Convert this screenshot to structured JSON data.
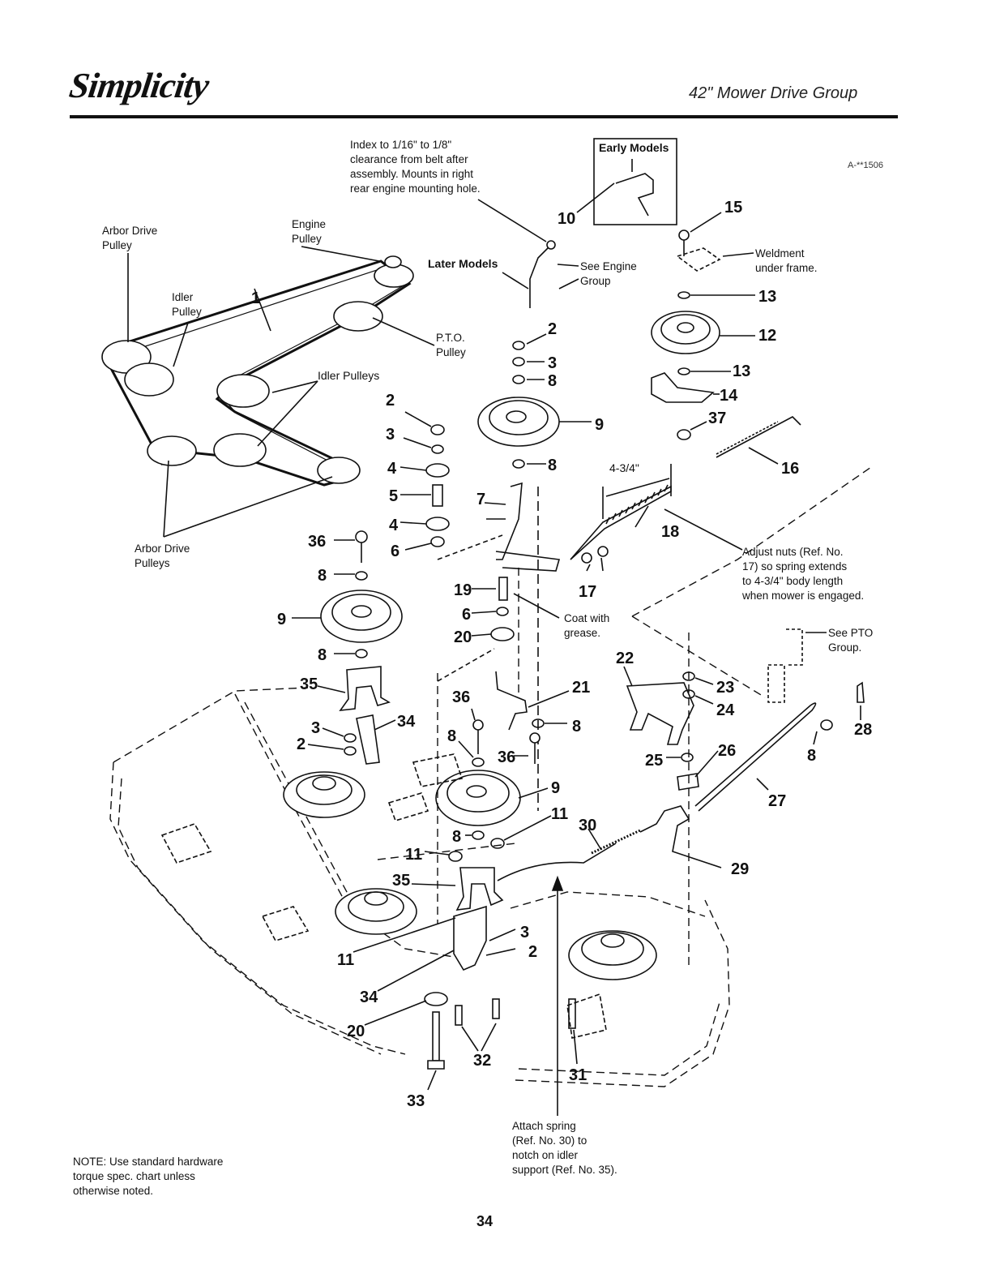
{
  "header": {
    "brand": "Simplicity",
    "title": "42\" Mower Drive Group",
    "doc_id": "A-**1506"
  },
  "notes": {
    "index": "Index to 1/16\" to 1/8\"\nclearance from belt after\nassembly. Mounts in right\nrear engine mounting hole.",
    "early_models": "Early Models",
    "later_models": "Later Models",
    "see_engine": "See Engine\nGroup",
    "weldment": "Weldment\nunder frame.",
    "adjust": "Adjust nuts (Ref. No.\n17) so spring extends\nto 4-3/4\" body length\nwhen mower is engaged.",
    "coat": "Coat with\ngrease.",
    "see_pto": "See PTO\nGroup.",
    "attach": "Attach spring\n(Ref. No. 30) to\nnotch on idler\nsupport (Ref. No. 35).",
    "torque": "NOTE: Use standard hardware\ntorque spec. chart unless\notherwise noted.",
    "dimension": "4-3/4\""
  },
  "belt_labels": {
    "arbor_top": "Arbor Drive\nPulley",
    "idler": "Idler\nPulley",
    "engine": "Engine\nPulley",
    "pto": "P.T.O.\nPulley",
    "idlers": "Idler Pulleys",
    "arbor_bottom": "Arbor Drive\nPulleys"
  },
  "callouts": [
    {
      "n": "1"
    },
    {
      "n": "10"
    },
    {
      "n": "15"
    },
    {
      "n": "13"
    },
    {
      "n": "12"
    },
    {
      "n": "13"
    },
    {
      "n": "14"
    },
    {
      "n": "37"
    },
    {
      "n": "16"
    },
    {
      "n": "2"
    },
    {
      "n": "3"
    },
    {
      "n": "8"
    },
    {
      "n": "9"
    },
    {
      "n": "8"
    },
    {
      "n": "7"
    },
    {
      "n": "18"
    },
    {
      "n": "17"
    },
    {
      "n": "2"
    },
    {
      "n": "3"
    },
    {
      "n": "4"
    },
    {
      "n": "5"
    },
    {
      "n": "4"
    },
    {
      "n": "6"
    },
    {
      "n": "36"
    },
    {
      "n": "8"
    },
    {
      "n": "9"
    },
    {
      "n": "8"
    },
    {
      "n": "19"
    },
    {
      "n": "6"
    },
    {
      "n": "20"
    },
    {
      "n": "22"
    },
    {
      "n": "23"
    },
    {
      "n": "24"
    },
    {
      "n": "28"
    },
    {
      "n": "8"
    },
    {
      "n": "35"
    },
    {
      "n": "34"
    },
    {
      "n": "3"
    },
    {
      "n": "2"
    },
    {
      "n": "36"
    },
    {
      "n": "21"
    },
    {
      "n": "8"
    },
    {
      "n": "8"
    },
    {
      "n": "36"
    },
    {
      "n": "25"
    },
    {
      "n": "26"
    },
    {
      "n": "27"
    },
    {
      "n": "9"
    },
    {
      "n": "11"
    },
    {
      "n": "30"
    },
    {
      "n": "8"
    },
    {
      "n": "11"
    },
    {
      "n": "35"
    },
    {
      "n": "29"
    },
    {
      "n": "3"
    },
    {
      "n": "2"
    },
    {
      "n": "11"
    },
    {
      "n": "34"
    },
    {
      "n": "20"
    },
    {
      "n": "32"
    },
    {
      "n": "31"
    },
    {
      "n": "33"
    }
  ],
  "page_number": "34"
}
